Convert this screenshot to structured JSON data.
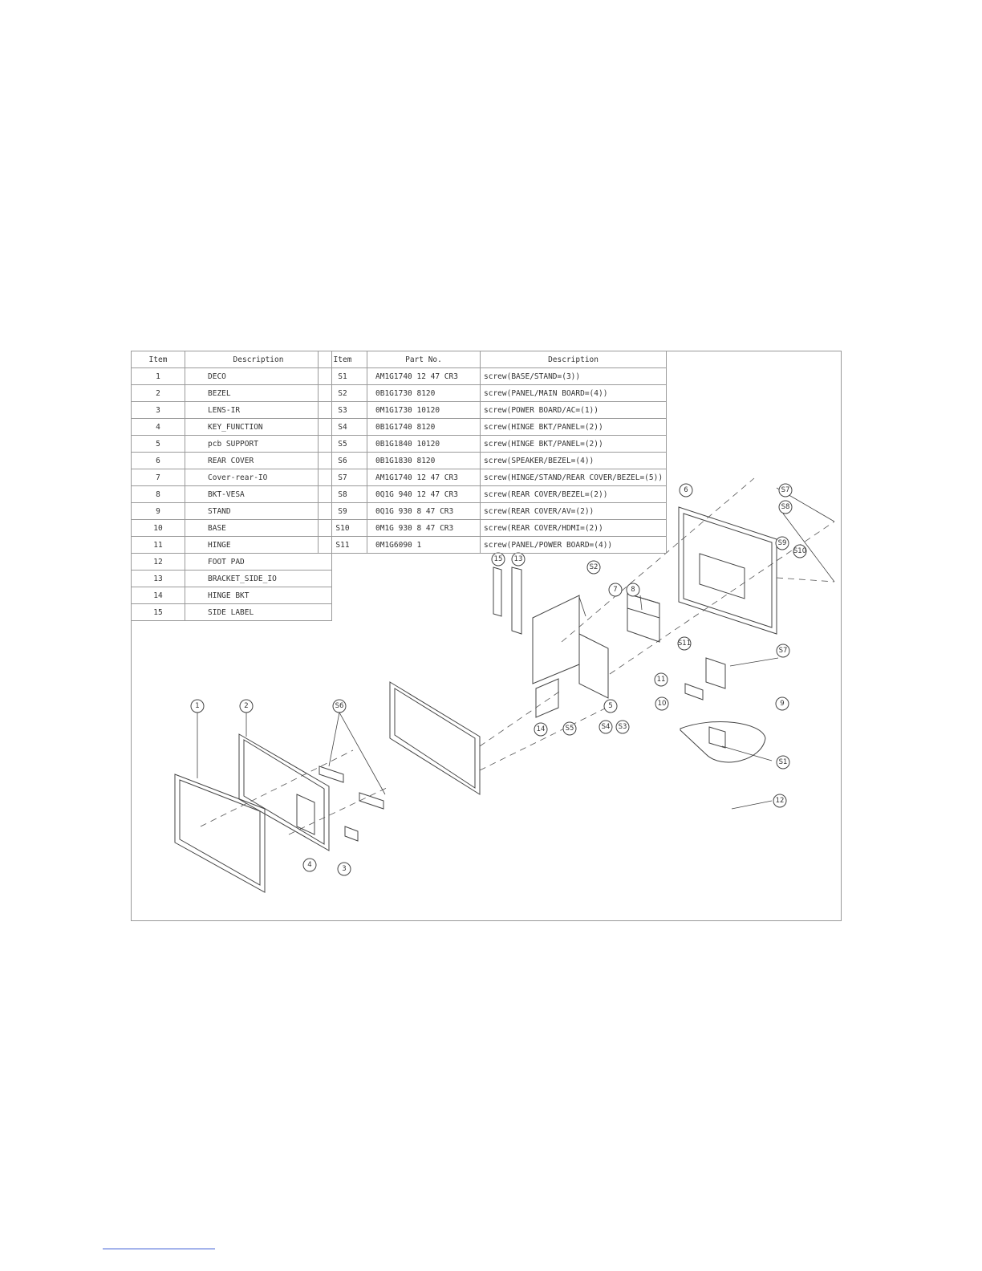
{
  "items_table": {
    "headers": [
      "Item",
      "Description"
    ],
    "rows": [
      [
        "1",
        "DECO"
      ],
      [
        "2",
        "BEZEL"
      ],
      [
        "3",
        "LENS-IR"
      ],
      [
        "4",
        "KEY_FUNCTION"
      ],
      [
        "5",
        "pcb  SUPPORT"
      ],
      [
        "6",
        "REAR COVER"
      ],
      [
        "7",
        "Cover-rear-IO"
      ],
      [
        "8",
        "BKT-VESA"
      ],
      [
        "9",
        "STAND"
      ],
      [
        "10",
        "BASE"
      ],
      [
        "11",
        "HINGE"
      ],
      [
        "12",
        "FOOT PAD"
      ],
      [
        "13",
        "BRACKET_SIDE_IO"
      ],
      [
        "14",
        "HINGE BKT"
      ],
      [
        "15",
        "SIDE LABEL"
      ]
    ]
  },
  "screws_table": {
    "headers": [
      "Item",
      "Part No.",
      "Description"
    ],
    "rows": [
      [
        "S1",
        "AM1G1740 12 47 CR3",
        "screw(BASE/STAND=(3))"
      ],
      [
        "S2",
        "0B1G1730  8120",
        "screw(PANEL/MAIN BOARD=(4))"
      ],
      [
        "S3",
        "0M1G1730 10120",
        "screw(POWER BOARD/AC=(1))"
      ],
      [
        "S4",
        "0B1G1740  8120",
        "screw(HINGE BKT/PANEL=(2))"
      ],
      [
        "S5",
        "0B1G1840 10120",
        "screw(HINGE BKT/PANEL=(2))"
      ],
      [
        "S6",
        "0B1G1830  8120",
        "screw(SPEAKER/BEZEL=(4))"
      ],
      [
        "S7",
        "AM1G1740 12 47 CR3",
        "screw(HINGE/STAND/REAR COVER/BEZEL=(5))"
      ],
      [
        "S8",
        "0Q1G 940 12 47 CR3",
        "screw(REAR COVER/BEZEL=(2))"
      ],
      [
        "S9",
        "0Q1G 930  8 47 CR3",
        "screw(REAR COVER/AV=(2))"
      ],
      [
        "S10",
        "0M1G 930  8 47 CR3",
        "screw(REAR COVER/HDMI=(2))"
      ],
      [
        "S11",
        "0M1G6090  1",
        "screw(PANEL/POWER BOARD=(4))"
      ]
    ]
  },
  "callouts": [
    "1",
    "2",
    "3",
    "4",
    "5",
    "6",
    "7",
    "8",
    "9",
    "10",
    "11",
    "12",
    "13",
    "14",
    "15",
    "S1",
    "S2",
    "S3",
    "S4",
    "S5",
    "S6",
    "S7",
    "S8",
    "S9",
    "S10",
    "S11"
  ]
}
